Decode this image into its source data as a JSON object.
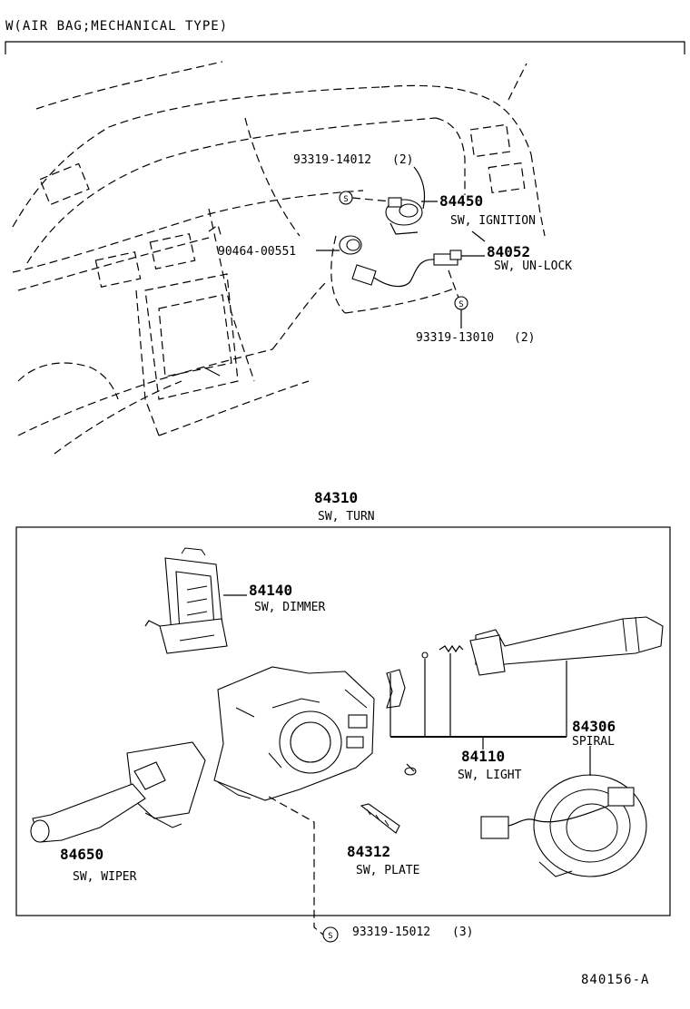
{
  "header": {
    "title": "W(AIR BAG;MECHANICAL TYPE)"
  },
  "fastener_symbol": "S",
  "top_parts": [
    {
      "id": "p93319_14012",
      "number": "93319-14012",
      "qty": "(2)"
    },
    {
      "id": "p84450",
      "number": "84450",
      "name": "SW, IGNITION"
    },
    {
      "id": "p90464_00551",
      "number": "90464-00551"
    },
    {
      "id": "p84052",
      "number": "84052",
      "name": "SW, UN-LOCK"
    },
    {
      "id": "p93319_13010",
      "number": "93319-13010",
      "qty": "(2)"
    }
  ],
  "assembly": {
    "number": "84310",
    "name": "SW, TURN"
  },
  "bottom_parts": [
    {
      "id": "p84140",
      "number": "84140",
      "name": "SW, DIMMER"
    },
    {
      "id": "p84306",
      "number": "84306",
      "name": "SPIRAL"
    },
    {
      "id": "p84110",
      "number": "84110",
      "name": "SW, LIGHT"
    },
    {
      "id": "p84650",
      "number": "84650",
      "name": "SW, WIPER"
    },
    {
      "id": "p84312",
      "number": "84312",
      "name": "SW, PLATE"
    },
    {
      "id": "p93319_15012",
      "number": "93319-15012",
      "qty": "(3)"
    }
  ],
  "figure_id": "840156-A"
}
